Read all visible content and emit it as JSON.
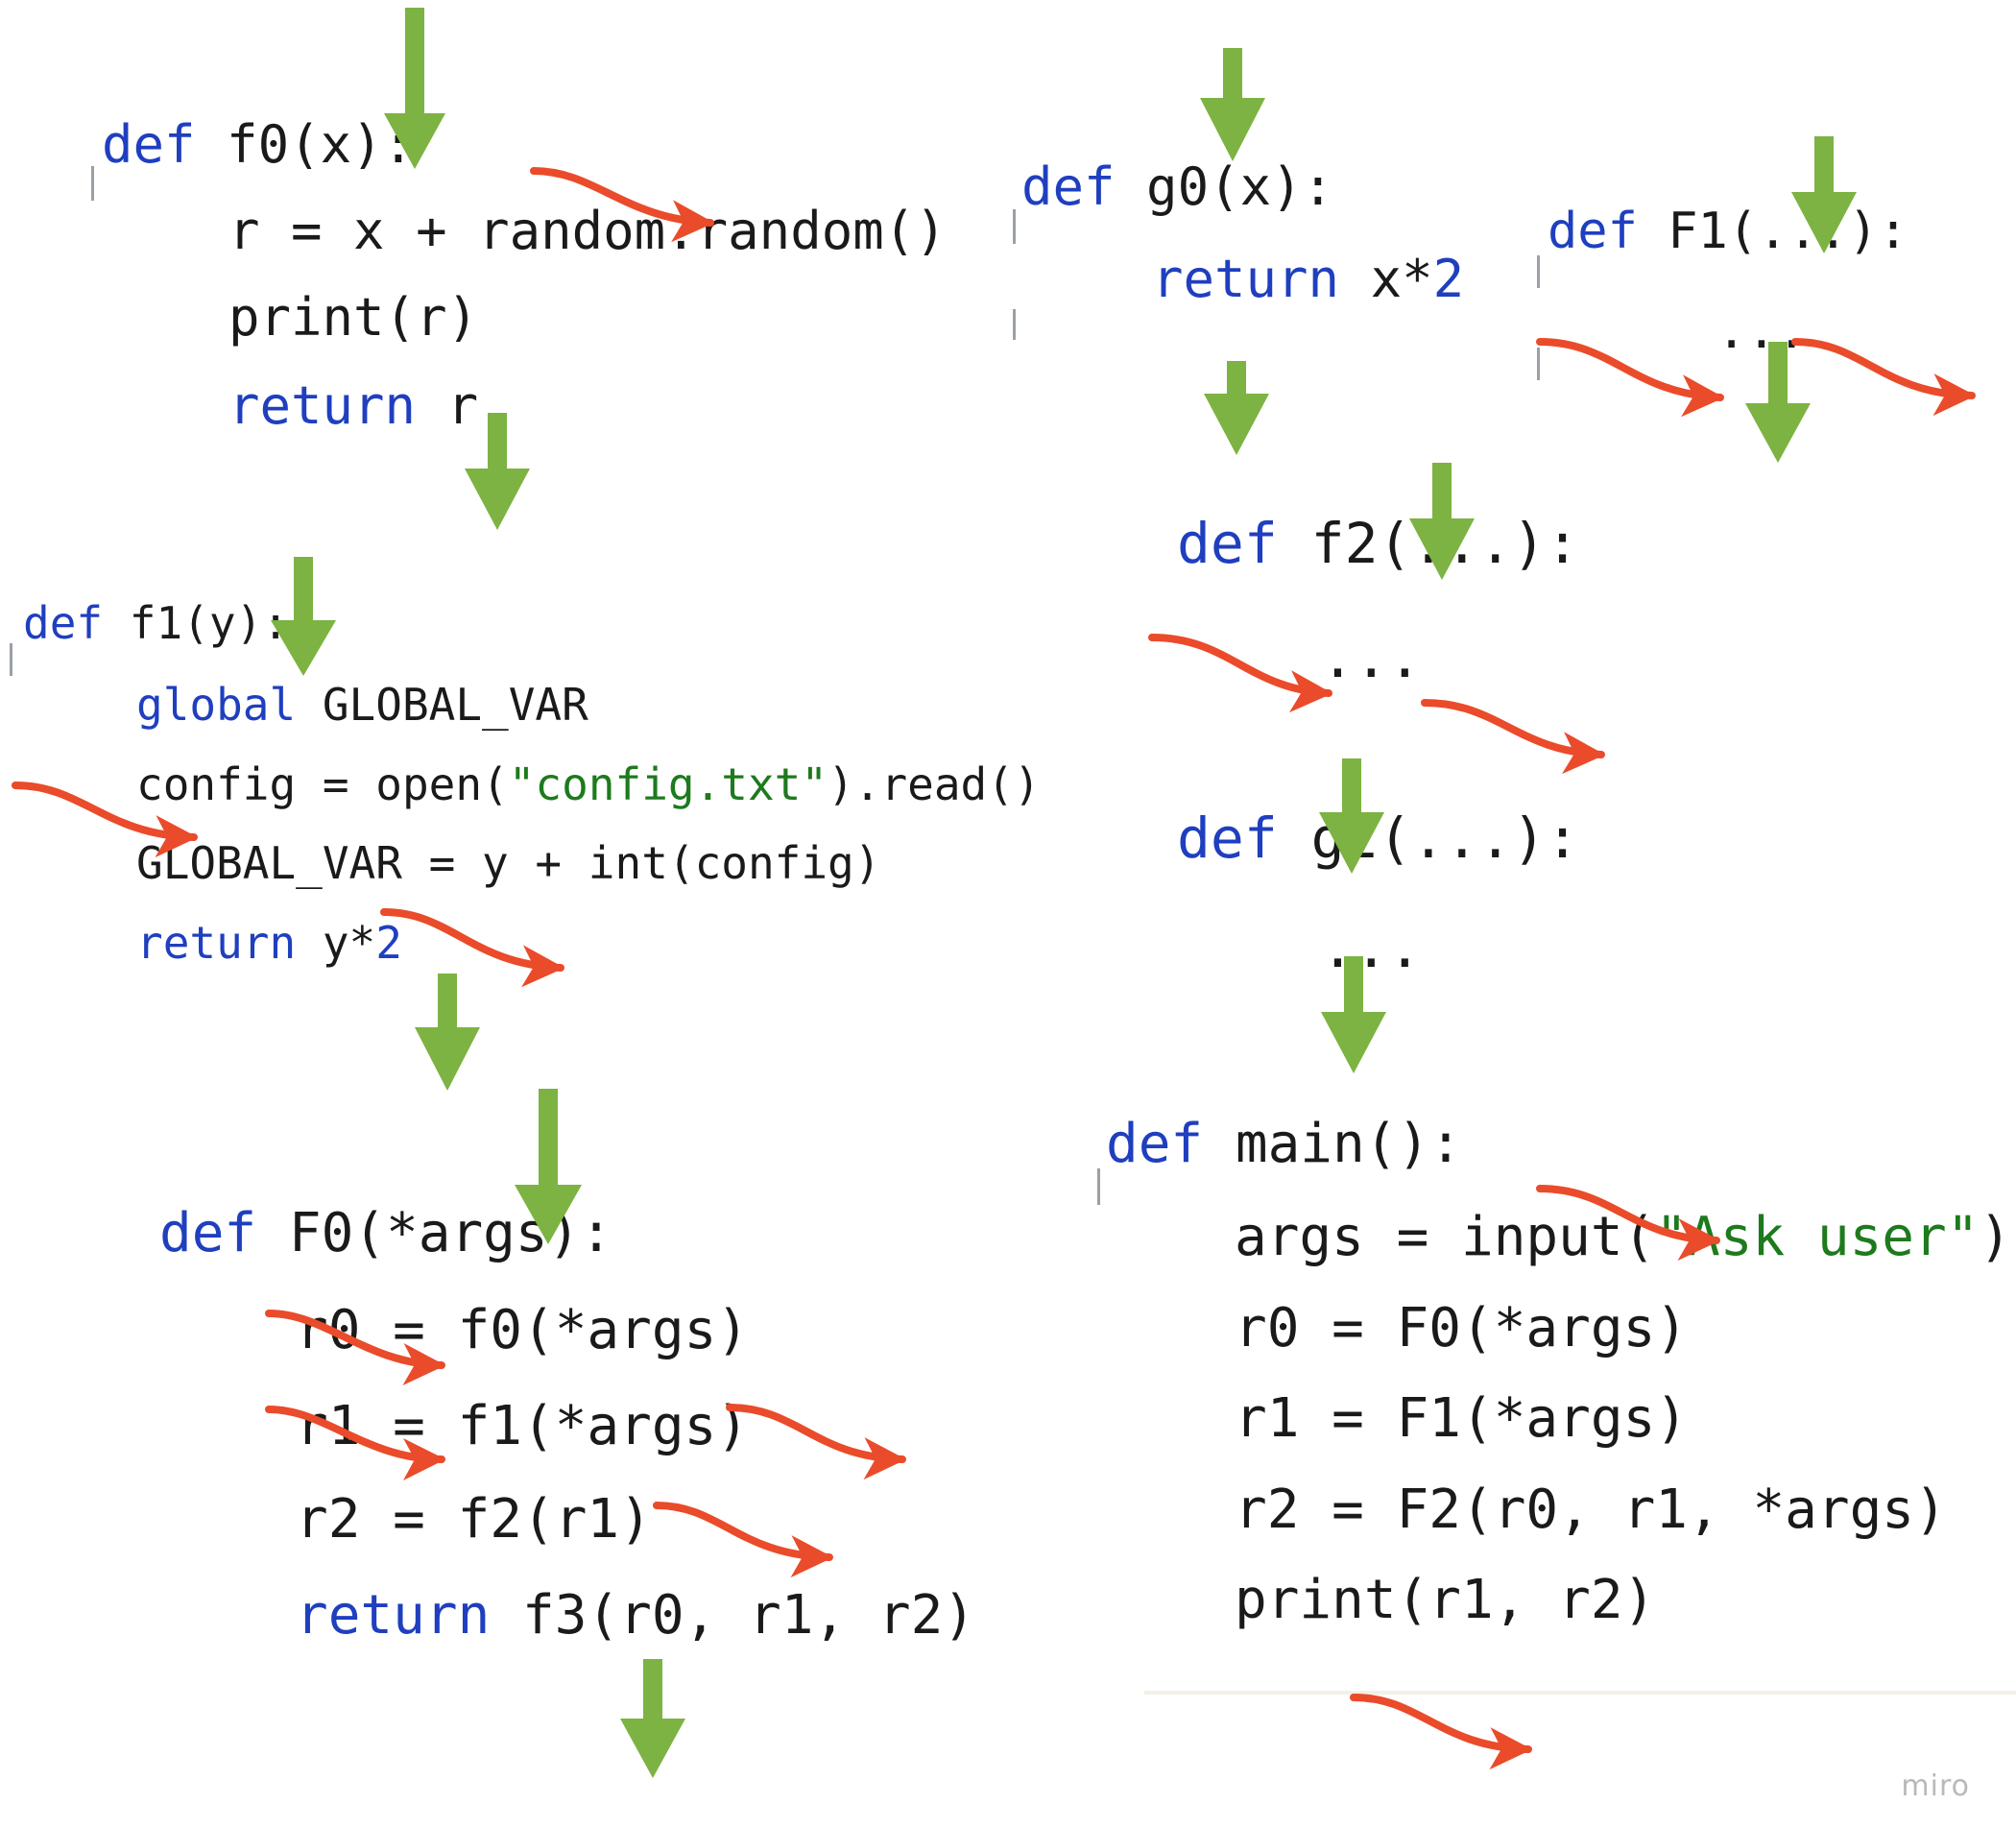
{
  "blocks": {
    "f0": {
      "lines": [
        [
          {
            "t": "def",
            "c": "kw"
          },
          {
            "t": " f0(x):"
          }
        ],
        [
          {
            "t": "r = x + random.random()"
          }
        ],
        [
          {
            "t": "print(r)"
          }
        ],
        [
          {
            "t": "return",
            "c": "kw"
          },
          {
            "t": " r"
          }
        ]
      ]
    },
    "g0": {
      "lines": [
        [
          {
            "t": "def",
            "c": "kw"
          },
          {
            "t": " g0(x):"
          }
        ],
        [
          {
            "t": "return",
            "c": "kw"
          },
          {
            "t": " x*"
          },
          {
            "t": "2",
            "c": "num"
          }
        ]
      ]
    },
    "F1": {
      "lines": [
        [
          {
            "t": "def",
            "c": "kw"
          },
          {
            "t": " F1(...):"
          }
        ],
        [
          {
            "t": "..."
          }
        ]
      ]
    },
    "f1": {
      "lines": [
        [
          {
            "t": "def",
            "c": "kw"
          },
          {
            "t": " f1(y):"
          }
        ],
        [
          {
            "t": "global",
            "c": "kw"
          },
          {
            "t": " GLOBAL_VAR"
          }
        ],
        [
          {
            "t": "config = open("
          },
          {
            "t": "\"config.txt\"",
            "c": "str"
          },
          {
            "t": ").read()"
          }
        ],
        [
          {
            "t": "GLOBAL_VAR = y + int(config)"
          }
        ],
        [
          {
            "t": "return",
            "c": "kw"
          },
          {
            "t": " y*"
          },
          {
            "t": "2",
            "c": "num"
          }
        ]
      ]
    },
    "f2": {
      "lines": [
        [
          {
            "t": "def",
            "c": "kw"
          },
          {
            "t": " f2(...):"
          }
        ],
        [
          {
            "t": "..."
          }
        ]
      ]
    },
    "g2": {
      "lines": [
        [
          {
            "t": "def",
            "c": "kw"
          },
          {
            "t": " g2(...):"
          }
        ],
        [
          {
            "t": "..."
          }
        ]
      ]
    },
    "F0": {
      "lines": [
        [
          {
            "t": "def",
            "c": "kw"
          },
          {
            "t": " F0(*args):"
          }
        ],
        [
          {
            "t": "r0 = f0(*args)"
          }
        ],
        [
          {
            "t": "r1 = f1(*args)"
          }
        ],
        [
          {
            "t": "r2 = f2(r1)"
          }
        ],
        [
          {
            "t": "return",
            "c": "kw"
          },
          {
            "t": " f3(r0, r1, r2)"
          }
        ]
      ]
    },
    "main": {
      "lines": [
        [
          {
            "t": "def",
            "c": "kw"
          },
          {
            "t": " main():"
          }
        ],
        [
          {
            "t": "args = input("
          },
          {
            "t": "\"Ask user\"",
            "c": "str"
          },
          {
            "t": ")"
          }
        ],
        [
          {
            "t": "r0 = F0(*args)"
          }
        ],
        [
          {
            "t": "r1 = F1(*args)"
          }
        ],
        [
          {
            "t": "r2 = F2(r0, r1, *args)"
          }
        ],
        [
          {
            "t": "print(r1, r2)"
          }
        ]
      ]
    }
  },
  "watermark": "miro",
  "colors": {
    "keyword": "#1f3fbf",
    "string": "#1d7a1d",
    "green_arrow": "#7cb342",
    "red_arrow": "#ea4b2a"
  }
}
